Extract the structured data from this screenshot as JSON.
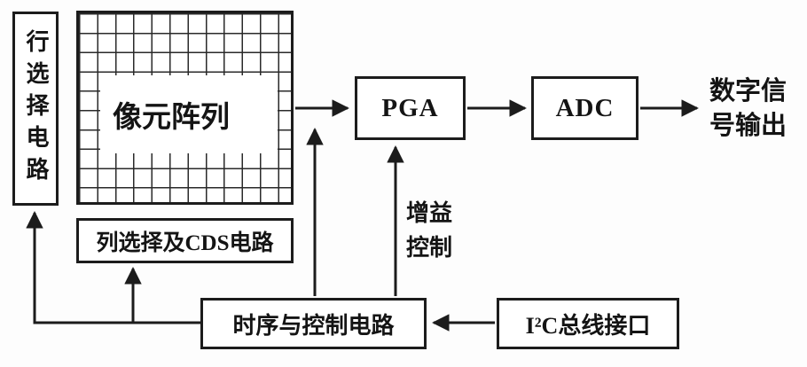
{
  "diagram": {
    "blocks": {
      "row_select": {
        "label": "行选择电路"
      },
      "pixel_array": {
        "label": "像元阵列"
      },
      "column_cds": {
        "label": "列选择及CDS电路"
      },
      "pga": {
        "label": "PGA"
      },
      "adc": {
        "label": "ADC"
      },
      "timing": {
        "label": "时序与控制电路"
      },
      "i2c": {
        "label": "I²C总线接口"
      }
    },
    "annotations": {
      "digital_output": {
        "label": "数字信号输出"
      },
      "gain_control": {
        "label": "增益控制"
      }
    }
  }
}
